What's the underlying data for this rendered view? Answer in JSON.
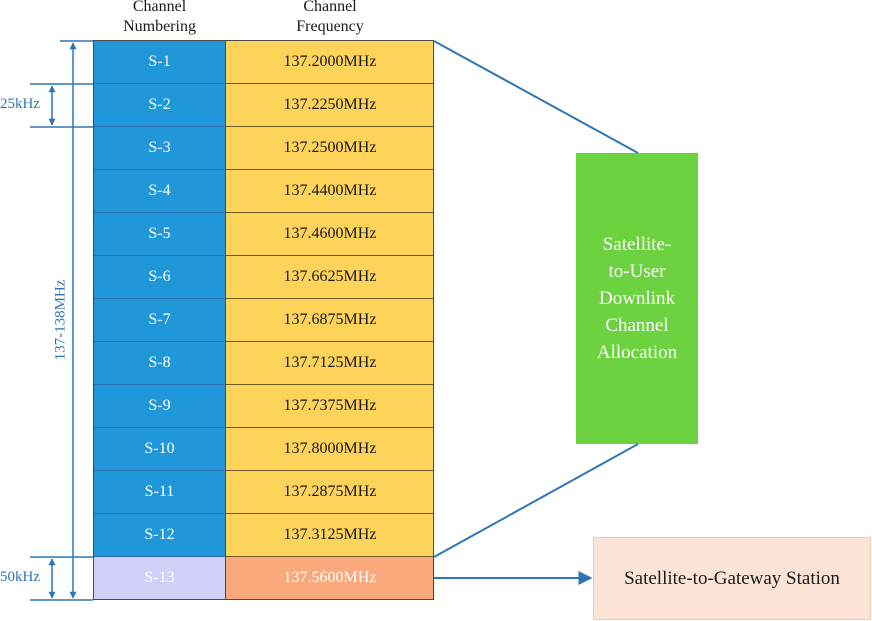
{
  "headers": {
    "numbering": [
      "Channel",
      "Numbering"
    ],
    "frequency": [
      "Channel",
      "Frequency"
    ]
  },
  "channels": [
    {
      "id": "S-1",
      "frequency": "137.2000MHz"
    },
    {
      "id": "S-2",
      "frequency": "137.2250MHz"
    },
    {
      "id": "S-3",
      "frequency": "137.2500MHz"
    },
    {
      "id": "S-4",
      "frequency": "137.4400MHz"
    },
    {
      "id": "S-5",
      "frequency": "137.4600MHz"
    },
    {
      "id": "S-6",
      "frequency": "137.6625MHz"
    },
    {
      "id": "S-7",
      "frequency": "137.6875MHz"
    },
    {
      "id": "S-8",
      "frequency": "137.7125MHz"
    },
    {
      "id": "S-9",
      "frequency": "137.7375MHz"
    },
    {
      "id": "S-10",
      "frequency": "137.8000MHz"
    },
    {
      "id": "S-11",
      "frequency": "137.2875MHz"
    },
    {
      "id": "S-12",
      "frequency": "137.3125MHz"
    },
    {
      "id": "S-13",
      "frequency": "137.5600MHz"
    }
  ],
  "dimensions": {
    "spacing_user": "25kHz",
    "spacing_gateway": "50kHz",
    "band": "137-138MHz"
  },
  "allocation_label": [
    "Satellite-",
    "to-User",
    "Downlink",
    "Channel",
    "Allocation"
  ],
  "gateway_label": "Satellite-to-Gateway Station",
  "colors": {
    "numbering": "#1f97d8",
    "frequency": "#fdd35a",
    "gateway_numbering": "#cfcff8",
    "gateway_frequency": "#f9a97b",
    "allocation": "#6dd23f",
    "gateway_box": "#fce4d6",
    "annotation": "#2e75b6"
  }
}
